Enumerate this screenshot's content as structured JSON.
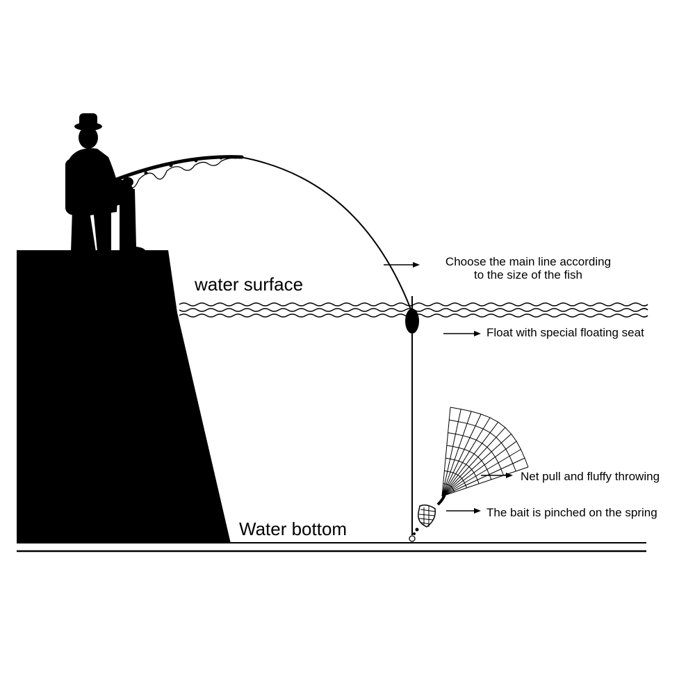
{
  "labels": {
    "water_surface": "water surface",
    "water_bottom": "Water bottom",
    "main_line_1": "Choose the main line according",
    "main_line_2": "to the size of the fish",
    "float": "Float with special floating seat",
    "net": "Net pull and fluffy throwing",
    "bait": "The bait is pinched on the spring"
  },
  "colors": {
    "ink": "#000000",
    "background": "#ffffff"
  },
  "icons": [
    "fisherman-silhouette",
    "fishing-rod",
    "float",
    "fishing-net",
    "bait-spring",
    "arrow-right"
  ]
}
